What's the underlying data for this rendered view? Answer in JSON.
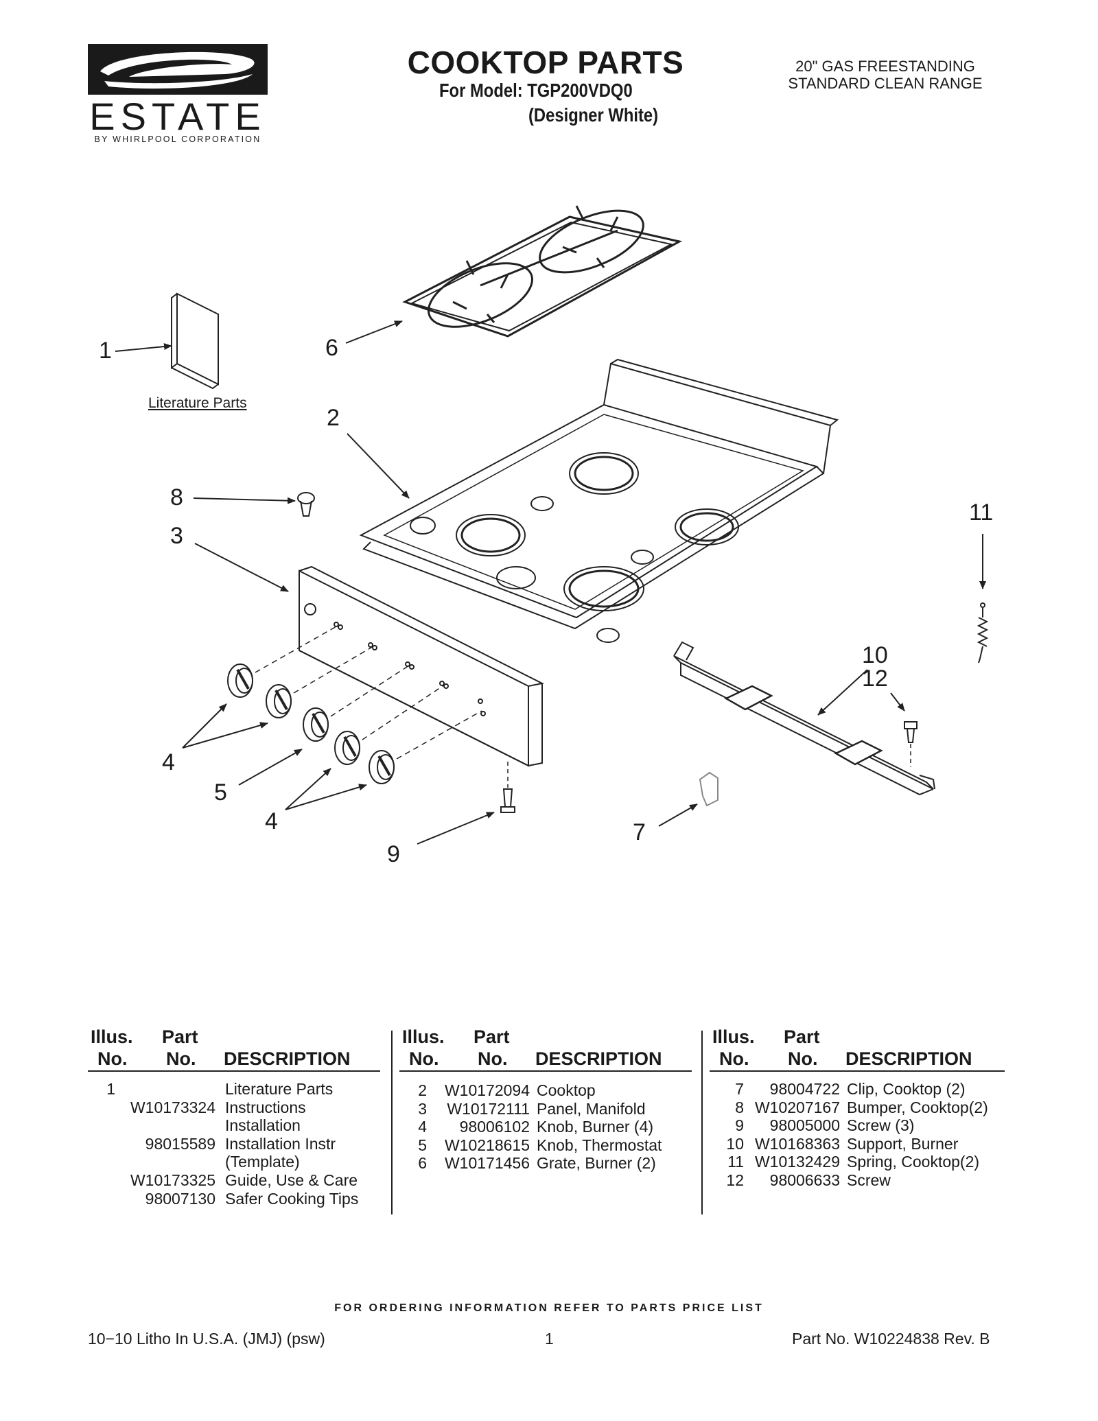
{
  "brand": {
    "name": "ESTATE",
    "tagline": "BY WHIRLPOOL CORPORATION"
  },
  "header": {
    "title": "COOKTOP PARTS",
    "model_line": "For Model: TGP200VDQ0",
    "finish_line": "(Designer White)",
    "range_type_line1": "20\" GAS FREESTANDING",
    "range_type_line2": "STANDARD CLEAN RANGE"
  },
  "diagram": {
    "callouts": [
      "1",
      "6",
      "2",
      "8",
      "3",
      "11",
      "10",
      "12",
      "4",
      "5",
      "4",
      "4",
      "7",
      "9"
    ],
    "literature_label": "Literature Parts"
  },
  "table_headers": {
    "illus": "Illus.",
    "no": "No.",
    "part": "Part",
    "part_no": "No.",
    "description": "DESCRIPTION"
  },
  "parts_table_1": [
    {
      "illus": "1",
      "part": "",
      "desc": "Literature Parts"
    },
    {
      "illus": "",
      "part": "W10173324",
      "desc": "Instructions"
    },
    {
      "illus": "",
      "part": "",
      "desc": "Installation"
    },
    {
      "illus": "",
      "part": "98015589",
      "desc": "Installation Instr"
    },
    {
      "illus": "",
      "part": "",
      "desc": "(Template)"
    },
    {
      "illus": "",
      "part": "W10173325",
      "desc": "Guide, Use & Care"
    },
    {
      "illus": "",
      "part": "98007130",
      "desc": "Safer Cooking Tips"
    }
  ],
  "parts_table_2": [
    {
      "illus": "2",
      "part": "W10172094",
      "desc": "Cooktop"
    },
    {
      "illus": "3",
      "part": "W10172111",
      "desc": "Panel, Manifold"
    },
    {
      "illus": "4",
      "part": "98006102",
      "desc": "Knob, Burner (4)"
    },
    {
      "illus": "5",
      "part": "W10218615",
      "desc": "Knob, Thermostat"
    },
    {
      "illus": "6",
      "part": "W10171456",
      "desc": "Grate, Burner (2)"
    }
  ],
  "parts_table_3": [
    {
      "illus": "7",
      "part": "98004722",
      "desc": "Clip, Cooktop (2)"
    },
    {
      "illus": "8",
      "part": "W10207167",
      "desc": "Bumper, Cooktop(2)"
    },
    {
      "illus": "9",
      "part": "98005000",
      "desc": "Screw (3)"
    },
    {
      "illus": "10",
      "part": "W10168363",
      "desc": "Support, Burner"
    },
    {
      "illus": "11",
      "part": "W10132429",
      "desc": "Spring, Cooktop(2)"
    },
    {
      "illus": "12",
      "part": "98006633",
      "desc": "Screw"
    }
  ],
  "footer": {
    "ordering_note": "FOR ORDERING INFORMATION REFER TO PARTS PRICE LIST",
    "litho": "10−10 Litho In U.S.A. (JMJ) (psw)",
    "page": "1",
    "part_no": "Part No. W10224838 Rev. B"
  }
}
